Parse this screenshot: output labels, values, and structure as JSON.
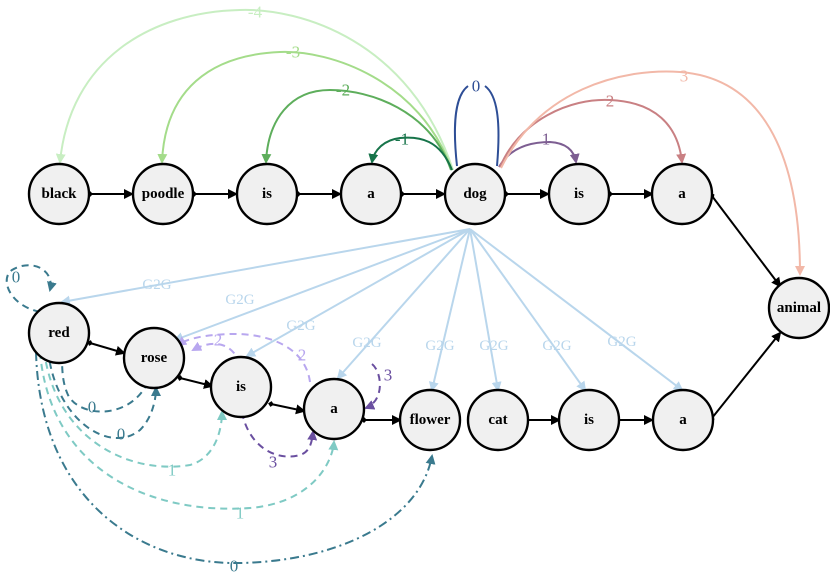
{
  "colors": {
    "node_fill": "#f0f0f0",
    "chain": "#000000",
    "rel_neg4": "#c8eec2",
    "rel_neg3": "#a4dc8a",
    "rel_neg2": "#5eae5c",
    "rel_neg1": "#17744a",
    "rel_0": "#2e4e96",
    "rel_1": "#7d5e92",
    "rel_2": "#c98083",
    "rel_3": "#f2b8a8",
    "g2g": "#b9d6ec",
    "low_0": "#3a7a8e",
    "low_1": "#7fcac4",
    "low_2": "#b8a7ef",
    "low_3": "#6a4fa0"
  },
  "nodes": {
    "black": "black",
    "poodle": "poodle",
    "is_top": "is",
    "a_top": "a",
    "dog": "dog",
    "is_top2": "is",
    "a_top2": "a",
    "animal": "animal",
    "red": "red",
    "rose": "rose",
    "is_bottom": "is",
    "a_bottom": "a",
    "flower": "flower",
    "cat": "cat",
    "is_bottom2": "is",
    "a_bottom2": "a"
  },
  "edge_labels": {
    "top_neg4": "-4",
    "top_neg3": "-3",
    "top_neg2": "-2",
    "top_neg1": "-1",
    "top_0": "0",
    "top_1": "1",
    "top_2": "2",
    "top_3": "3",
    "g2g_red": "G2G",
    "g2g_rose": "G2G",
    "g2g_is": "G2G",
    "g2g_a": "G2G",
    "g2g_flower": "G2G",
    "g2g_cat": "G2G",
    "g2g_is2": "G2G",
    "g2g_a2": "G2G",
    "red_self": "0",
    "rose_red": "0",
    "rose_red2": "0",
    "red_is": "1",
    "red_a": "1",
    "red_flower": "0",
    "rose_is_2a": "2",
    "rose_is_2b": "2",
    "a_self": "3",
    "is_a_3": "3"
  }
}
